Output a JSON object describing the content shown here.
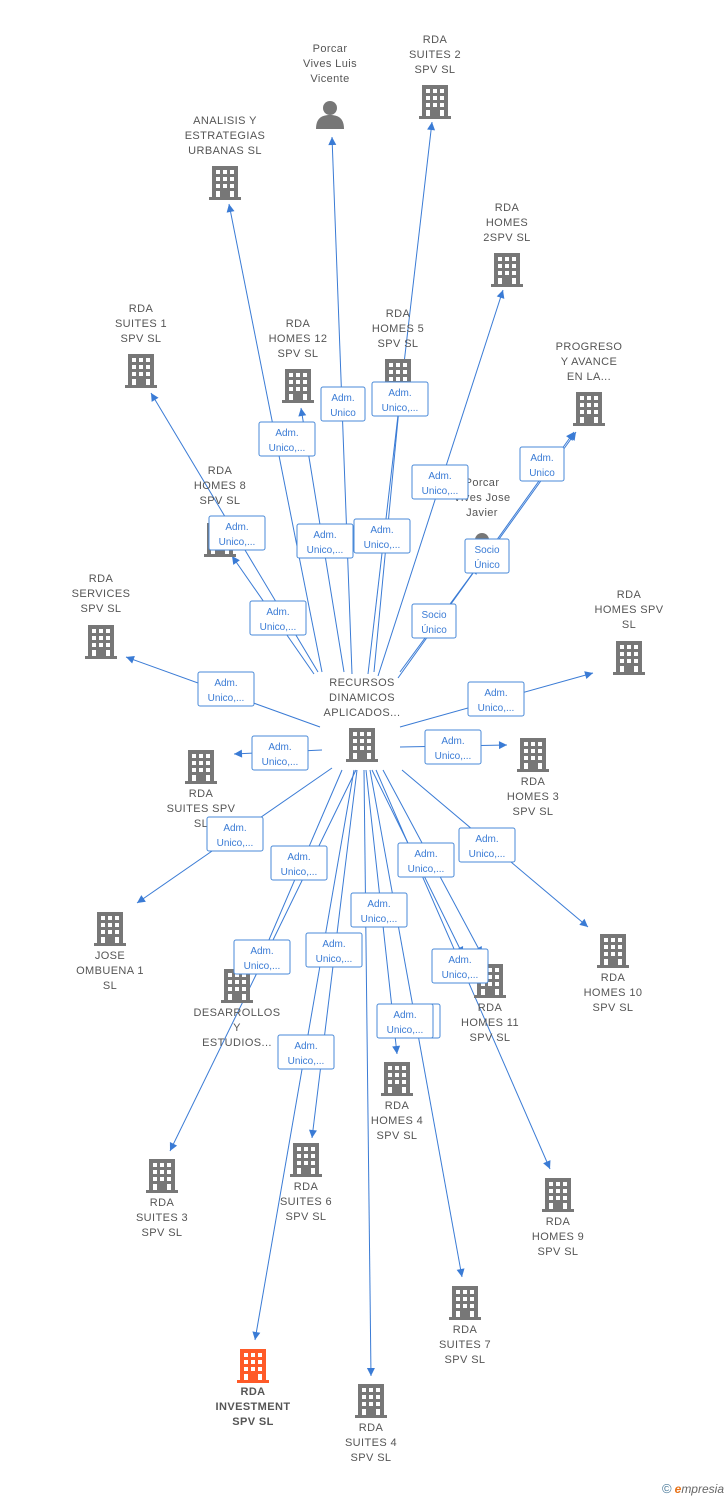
{
  "colors": {
    "edge": "#3a7bd5",
    "node_building": "#777777",
    "node_focus": "#ff5a28",
    "label": "#555555"
  },
  "nodes": [
    {
      "id": "center",
      "kind": "building",
      "lines": [
        "RECURSOS",
        "DINAMICOS",
        "APLICADOS..."
      ]
    },
    {
      "id": "porcar_luis",
      "kind": "person",
      "lines": [
        "Porcar",
        "Vives Luis",
        "Vicente"
      ]
    },
    {
      "id": "rda_suites2",
      "kind": "building",
      "lines": [
        "RDA",
        "SUITES 2",
        "SPV  SL"
      ]
    },
    {
      "id": "analisis",
      "kind": "building",
      "lines": [
        "ANALISIS Y",
        "ESTRATEGIAS",
        "URBANAS  SL"
      ]
    },
    {
      "id": "rda_homes2",
      "kind": "building",
      "lines": [
        "RDA",
        "HOMES",
        "2SPV  SL"
      ]
    },
    {
      "id": "rda_suites1",
      "kind": "building",
      "lines": [
        "RDA",
        "SUITES 1",
        "SPV  SL"
      ]
    },
    {
      "id": "rda_homes12",
      "kind": "building",
      "lines": [
        "RDA",
        "HOMES 12",
        "SPV  SL"
      ]
    },
    {
      "id": "rda_homes5",
      "kind": "building",
      "lines": [
        "RDA",
        "HOMES 5",
        "SPV  SL"
      ]
    },
    {
      "id": "progreso",
      "kind": "building",
      "lines": [
        "PROGRESO",
        "Y AVANCE",
        "EN LA..."
      ]
    },
    {
      "id": "rda_homes8",
      "kind": "building",
      "lines": [
        "RDA",
        "HOMES 8",
        "SPV  SL"
      ]
    },
    {
      "id": "porcar_jose",
      "kind": "person",
      "lines": [
        "Porcar",
        "Vives Jose",
        "Javier"
      ]
    },
    {
      "id": "rda_services",
      "kind": "building",
      "lines": [
        "RDA",
        "SERVICES",
        "SPV  SL"
      ]
    },
    {
      "id": "rda_homes_spv",
      "kind": "building",
      "lines": [
        "RDA",
        "HOMES SPV",
        "SL"
      ]
    },
    {
      "id": "rda_suites_spv",
      "kind": "building",
      "lines": [
        "RDA",
        "SUITES SPV",
        "SL"
      ]
    },
    {
      "id": "rda_homes3",
      "kind": "building",
      "lines": [
        "RDA",
        "HOMES 3",
        "SPV  SL"
      ]
    },
    {
      "id": "jose_ombuena",
      "kind": "building",
      "lines": [
        "JOSE",
        "OMBUENA 1",
        "SL"
      ]
    },
    {
      "id": "rda_homes10",
      "kind": "building",
      "lines": [
        "RDA",
        "HOMES 10",
        "SPV  SL"
      ]
    },
    {
      "id": "desarrollos",
      "kind": "building",
      "lines": [
        "DESARROLLOS",
        "Y",
        "ESTUDIOS..."
      ]
    },
    {
      "id": "rda_homes11",
      "kind": "building",
      "lines": [
        "RDA",
        "HOMES 11",
        "SPV  SL"
      ]
    },
    {
      "id": "rda_homes4",
      "kind": "building",
      "lines": [
        "RDA",
        "HOMES 4",
        "SPV  SL"
      ]
    },
    {
      "id": "rda_suites3",
      "kind": "building",
      "lines": [
        "RDA",
        "SUITES 3",
        "SPV  SL"
      ]
    },
    {
      "id": "rda_suites6",
      "kind": "building",
      "lines": [
        "RDA",
        "SUITES 6",
        "SPV  SL"
      ]
    },
    {
      "id": "rda_homes9",
      "kind": "building",
      "lines": [
        "RDA",
        "HOMES 9",
        "SPV  SL"
      ]
    },
    {
      "id": "rda_suites7",
      "kind": "building",
      "lines": [
        "RDA",
        "SUITES 7",
        "SPV  SL"
      ]
    },
    {
      "id": "rda_investment",
      "kind": "building-focus",
      "lines": [
        "RDA",
        "INVESTMENT",
        "SPV  SL"
      ]
    },
    {
      "id": "rda_suites4",
      "kind": "building",
      "lines": [
        "RDA",
        "SUITES 4",
        "SPV  SL"
      ]
    }
  ],
  "edges": [
    {
      "id": "e_luis",
      "label": [
        "Adm.",
        "Unico"
      ]
    },
    {
      "id": "e_suites2",
      "label": [
        "Adm.",
        "Unico,..."
      ]
    },
    {
      "id": "e_analisis",
      "label": [
        "Adm.",
        "Unico,..."
      ]
    },
    {
      "id": "e_homes2",
      "label": [
        "Adm.",
        "Unico,..."
      ]
    },
    {
      "id": "e_suites1",
      "label": [
        "Adm.",
        "Unico,..."
      ]
    },
    {
      "id": "e_homes12",
      "label": [
        "Adm.",
        "Unico,..."
      ]
    },
    {
      "id": "e_homes5",
      "label": [
        "Adm.",
        "Unico,..."
      ]
    },
    {
      "id": "e_jose_progreso",
      "label": [
        "Adm.",
        "Unico"
      ]
    },
    {
      "id": "e_jose_socio1",
      "label": [
        "Socio",
        "Único"
      ]
    },
    {
      "id": "e_jose_socio2",
      "label": [
        "Socio",
        "Único"
      ]
    },
    {
      "id": "e_homes8",
      "label": [
        "Adm.",
        "Unico,..."
      ]
    },
    {
      "id": "e_services",
      "label": [
        "Adm.",
        "Unico,..."
      ]
    },
    {
      "id": "e_homes_spv",
      "label": [
        "Adm.",
        "Unico,..."
      ]
    },
    {
      "id": "e_suites_spv",
      "label": [
        "Adm.",
        "Unico,..."
      ]
    },
    {
      "id": "e_homes3",
      "label": [
        "Adm.",
        "Unico,..."
      ]
    },
    {
      "id": "e_ombuena",
      "label": [
        "Adm.",
        "Unico,..."
      ]
    },
    {
      "id": "e_homes10",
      "label": [
        "Adm.",
        "Unico,..."
      ]
    },
    {
      "id": "e_desarrollos",
      "label": [
        "Adm.",
        "Unico,..."
      ]
    },
    {
      "id": "e_homes11",
      "label": [
        "Adm.",
        "Unico,..."
      ]
    },
    {
      "id": "e_homes11b",
      "label": [
        "Adm.",
        "Unico,..."
      ]
    },
    {
      "id": "e_homes4",
      "label": [
        "Adm.",
        "Unico,..."
      ]
    },
    {
      "id": "e_suites3",
      "label": [
        "Adm.",
        "Unico,..."
      ]
    },
    {
      "id": "e_suites6",
      "label": [
        "Adm.",
        "Unico,..."
      ]
    },
    {
      "id": "e_homes9",
      "label": [
        "Adm.",
        "Unico,..."
      ]
    },
    {
      "id": "e_suites7",
      "label": [
        "Adm.",
        "Unico,..."
      ]
    },
    {
      "id": "e_investment",
      "label": [
        "Adm.",
        "Unico,..."
      ]
    }
  ],
  "footer": {
    "copyright": "©",
    "brand_initial": "e",
    "brand_rest": "mpresia"
  }
}
